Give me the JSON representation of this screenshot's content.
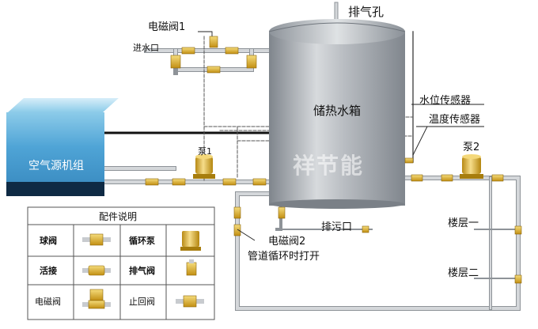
{
  "labels": {
    "exhaust_hole": "排气孔",
    "solenoid_valve_1": "电磁阀1",
    "water_inlet": "进水口",
    "storage_tank": "储热水箱",
    "water_level_sensor": "水位传感器",
    "temperature_sensor": "温度传感器",
    "pump_1": "泵1",
    "pump_2": "泵2",
    "air_source_unit": "空气源机组",
    "drain_outlet": "排污口",
    "solenoid_valve_2": "电磁阀2",
    "pipe_note": "管道循环时打开",
    "floor_1": "楼层一",
    "floor_2": "楼层二"
  },
  "watermark": "祥节能",
  "legend": {
    "title": "配件说明",
    "items": [
      {
        "label": "球阀",
        "icon": "ball-valve-icon"
      },
      {
        "label": "循环泵",
        "icon": "circulation-pump-icon"
      },
      {
        "label": "活接",
        "icon": "union-fitting-icon"
      },
      {
        "label": "排气阀",
        "icon": "exhaust-valve-icon"
      },
      {
        "label": "电磁阀",
        "icon": "solenoid-valve-icon"
      },
      {
        "label": "止回阀",
        "icon": "check-valve-icon"
      }
    ]
  },
  "colors": {
    "pipe": "#c8cbcf",
    "pipe_edge": "#8e9398",
    "fitting_brass": "#d9a520",
    "tank_body": "#a8adb3",
    "unit_top": "#9bd0ea",
    "unit_body": "#6fb6de",
    "unit_base": "#0f2a44"
  }
}
